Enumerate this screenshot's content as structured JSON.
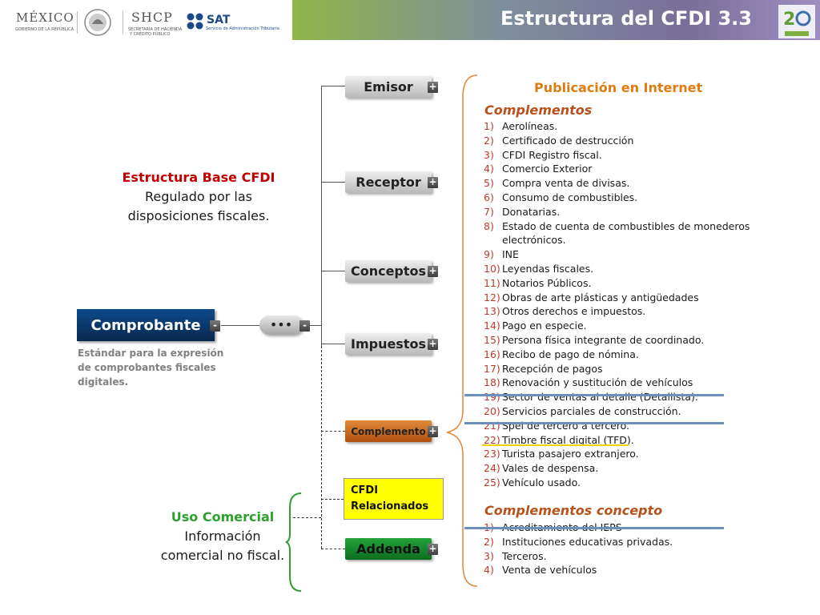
{
  "header": {
    "title": "Estructura del CFDI 3.3",
    "logo_mexico": "MÉXICO",
    "logo_mexico_sub": "GOBIERNO DE LA REPÚBLICA",
    "logo_shcp": "SHCP",
    "logo_shcp_sub1": "SECRETARÍA DE HACIENDA",
    "logo_shcp_sub2": "Y CRÉDITO PÚBLICO",
    "logo_sat": "SAT",
    "logo_sat_sub": "Servicio de Administración Tributaria",
    "badge_number": "20",
    "band_colors": [
      "#8db64a",
      "#7a6e9a"
    ]
  },
  "left": {
    "base_title": "Estructura Base CFDI",
    "base_line1": "Regulado por las",
    "base_line2": "disposiciones fiscales.",
    "comprobante": "Comprobante",
    "comprobante_minus": "-",
    "comprobante_desc1": "Estándar para la expresión",
    "comprobante_desc2": "de comprobantes fiscales",
    "comprobante_desc3": "digitales.",
    "connector_dots": "•••",
    "connector_minus": "-",
    "uso_title": "Uso Comercial",
    "uso_line1": "Información",
    "uso_line2": "comercial no fiscal."
  },
  "nodes": {
    "emisor": "Emisor",
    "receptor": "Receptor",
    "conceptos": "Conceptos",
    "impuestos": "Impuestos",
    "complemento": "Complemento",
    "cfdi_rel1": "CFDI",
    "cfdi_rel2": "Relacionados",
    "addenda": "Addenda",
    "plus": "+"
  },
  "right": {
    "pub_title": "Publicación en Internet",
    "complementos_title": "Complementos",
    "complementos": [
      {
        "n": "1)",
        "t": "Aerolíneas."
      },
      {
        "n": "2)",
        "t": "Certificado de destrucción"
      },
      {
        "n": "3)",
        "t": "CFDI Registro fiscal."
      },
      {
        "n": "4)",
        "t": "Comercio Exterior"
      },
      {
        "n": "5)",
        "t": "Compra venta de divisas."
      },
      {
        "n": "6)",
        "t": "Consumo de combustibles."
      },
      {
        "n": "7)",
        "t": "Donatarias."
      },
      {
        "n": "8)",
        "t": "Estado de cuenta de combustibles de monederos"
      },
      {
        "n": "",
        "t": "electrónicos."
      },
      {
        "n": "9)",
        "t": "INE"
      },
      {
        "n": "10)",
        "t": "Leyendas fiscales."
      },
      {
        "n": "11)",
        "t": "Notarios Públicos."
      },
      {
        "n": "12)",
        "t": "Obras de arte plásticas y antigüedades"
      },
      {
        "n": "13)",
        "t": "Otros derechos e impuestos."
      },
      {
        "n": "14)",
        "t": "Pago en especie."
      },
      {
        "n": "15)",
        "t": "Persona física integrante de coordinado."
      },
      {
        "n": "16)",
        "t": "Recibo de pago de nómina."
      },
      {
        "n": "17)",
        "t": "Recepción de pagos"
      },
      {
        "n": "18)",
        "t": "Renovación y sustitución de vehículos"
      },
      {
        "n": "19)",
        "t": "Sector de ventas al detalle (Detallista)."
      },
      {
        "n": "20)",
        "t": "Servicios parciales de construcción."
      },
      {
        "n": "21)",
        "t": "Spei de tercero a tercero."
      },
      {
        "n": "22)",
        "t": "Timbre fiscal digital (TFD)."
      },
      {
        "n": "23)",
        "t": "Turista pasajero extranjero."
      },
      {
        "n": "24)",
        "t": "Vales de despensa."
      },
      {
        "n": "25)",
        "t": "Vehículo usado."
      }
    ],
    "concepto_title": "Complementos  concepto",
    "concepto": [
      {
        "n": "1)",
        "t": "Acreditamiento del IEPS"
      },
      {
        "n": "2)",
        "t": "Instituciones educativas privadas."
      },
      {
        "n": "3)",
        "t": "Terceros."
      },
      {
        "n": "4)",
        "t": "Venta de vehículos"
      }
    ]
  }
}
